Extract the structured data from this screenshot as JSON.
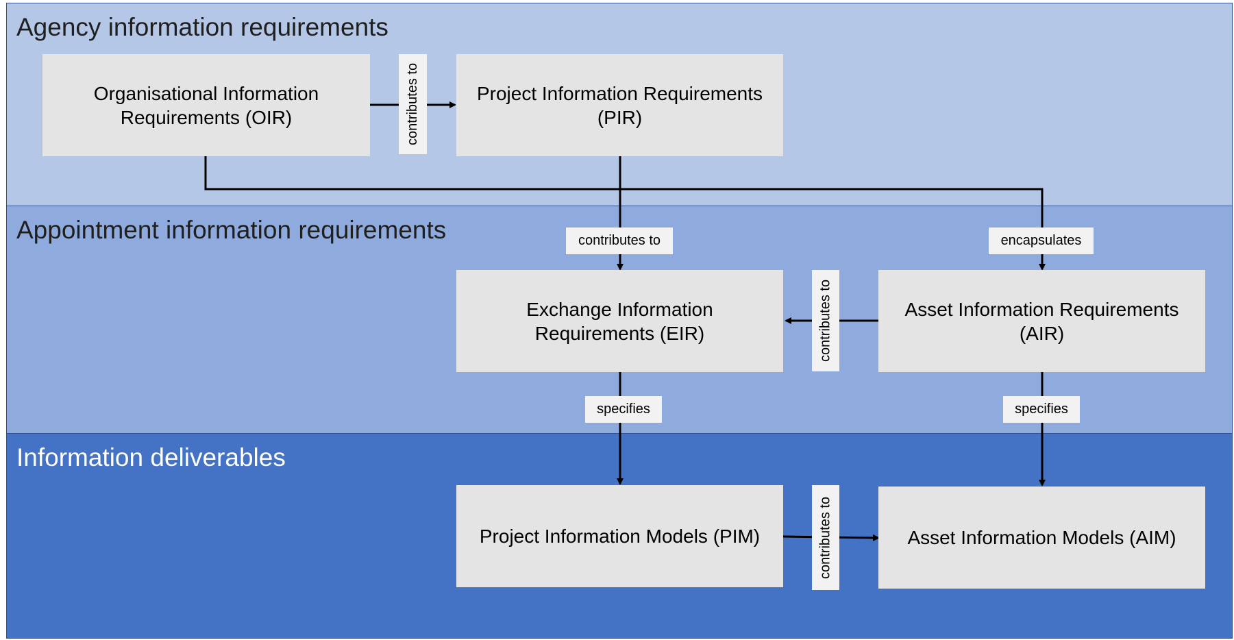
{
  "bands": {
    "agency": {
      "title": "Agency information requirements"
    },
    "appointment": {
      "title": "Appointment information requirements"
    },
    "deliverables": {
      "title": "Information deliverables"
    }
  },
  "boxes": {
    "oir": {
      "line1": "Organisational Information",
      "line2": "Requirements (OIR)"
    },
    "pir": {
      "line1": "Project Information Requirements",
      "line2": "(PIR)"
    },
    "eir": {
      "line1": "Exchange Information",
      "line2": "Requirements (EIR)"
    },
    "air": {
      "line1": "Asset Information Requirements",
      "line2": "(AIR)"
    },
    "pim": {
      "line1": "Project Information Models (PIM)"
    },
    "aim": {
      "line1": "Asset Information Models (AIM)"
    }
  },
  "relations": {
    "oir_pir": "contributes to",
    "pir_eir": "contributes to",
    "oir_air": "encapsulates",
    "air_eir": "contributes to",
    "eir_pim": "specifies",
    "air_aim": "specifies",
    "pim_aim": "contributes to"
  },
  "colors": {
    "agency_band": "#b4c7e7",
    "appointment_band": "#8faadc",
    "deliverables_band": "#4472c4",
    "box_fill": "#e4e4e4",
    "connector": "#000000"
  }
}
